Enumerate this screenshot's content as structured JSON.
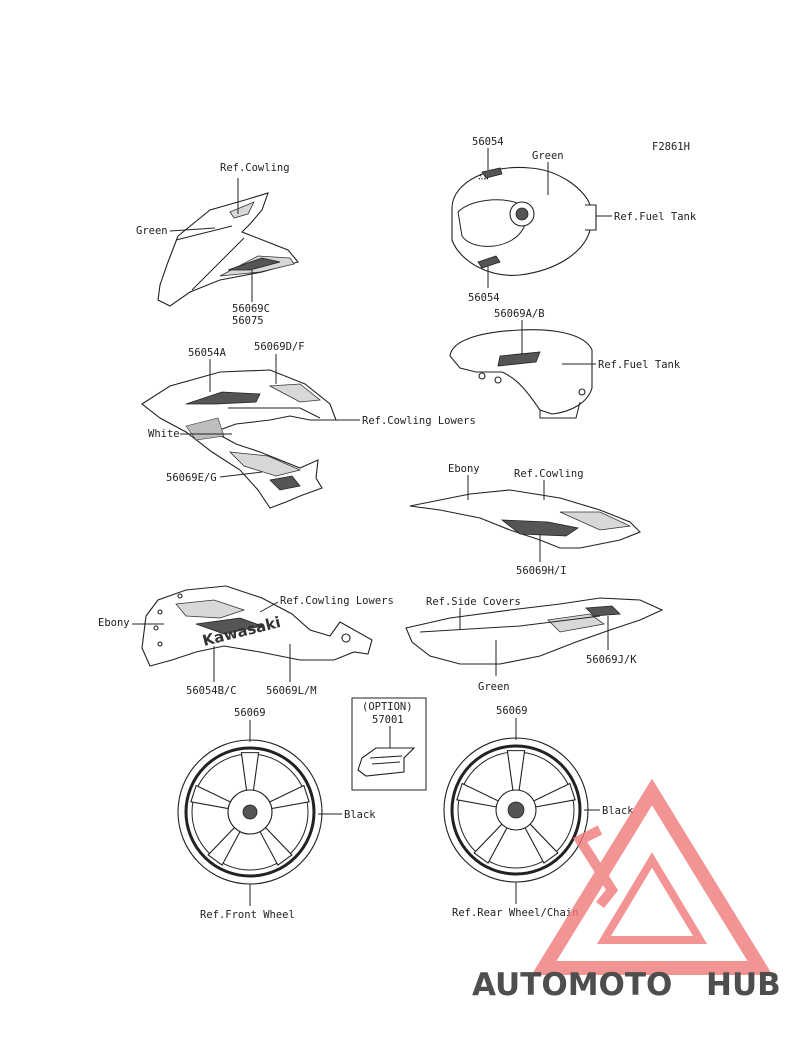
{
  "figure_code": "F2861H",
  "callouts": {
    "cowl_ref": "Ref.Cowling",
    "cowl_color": "Green",
    "cowl_part_a": "56069C",
    "cowl_part_b": "56075",
    "tank_part_top": "56054",
    "tank_color": "Green",
    "tank_ref": "Ref.Fuel Tank",
    "tank_part_bottom": "56054",
    "tankcover_part": "56069A/B",
    "tankcover_ref": "Ref.Fuel Tank",
    "midcowl_part_a": "56054A",
    "midcowl_part_b": "56069D/F",
    "midcowl_ref": "Ref.Cowling Lowers",
    "midcowl_color": "White",
    "midcowl_part_c": "56069E/G",
    "tail_color": "Ebony",
    "tail_ref": "Ref.Cowling",
    "tail_part": "56069H/I",
    "lower_ref": "Ref.Cowling Lowers",
    "lower_color": "Ebony",
    "lower_part_a": "56054B/C",
    "lower_part_b": "56069L/M",
    "lower_logo": "Kawasaki",
    "side_ref": "Ref.Side Covers",
    "side_part": "56069J/K",
    "side_color": "Green",
    "option_label": "(OPTION)",
    "option_part": "57001",
    "front_wheel_part": "56069",
    "front_wheel_color": "Black",
    "front_wheel_ref": "Ref.Front Wheel",
    "rear_wheel_part": "56069",
    "rear_wheel_color": "Black",
    "rear_wheel_ref": "Ref.Rear Wheel/Chain"
  },
  "watermark": {
    "brand_part1": "AUTOMOTO",
    "brand_part2": "HUB",
    "color_primary": "#f07a7a",
    "color_secondary": "#444444"
  }
}
